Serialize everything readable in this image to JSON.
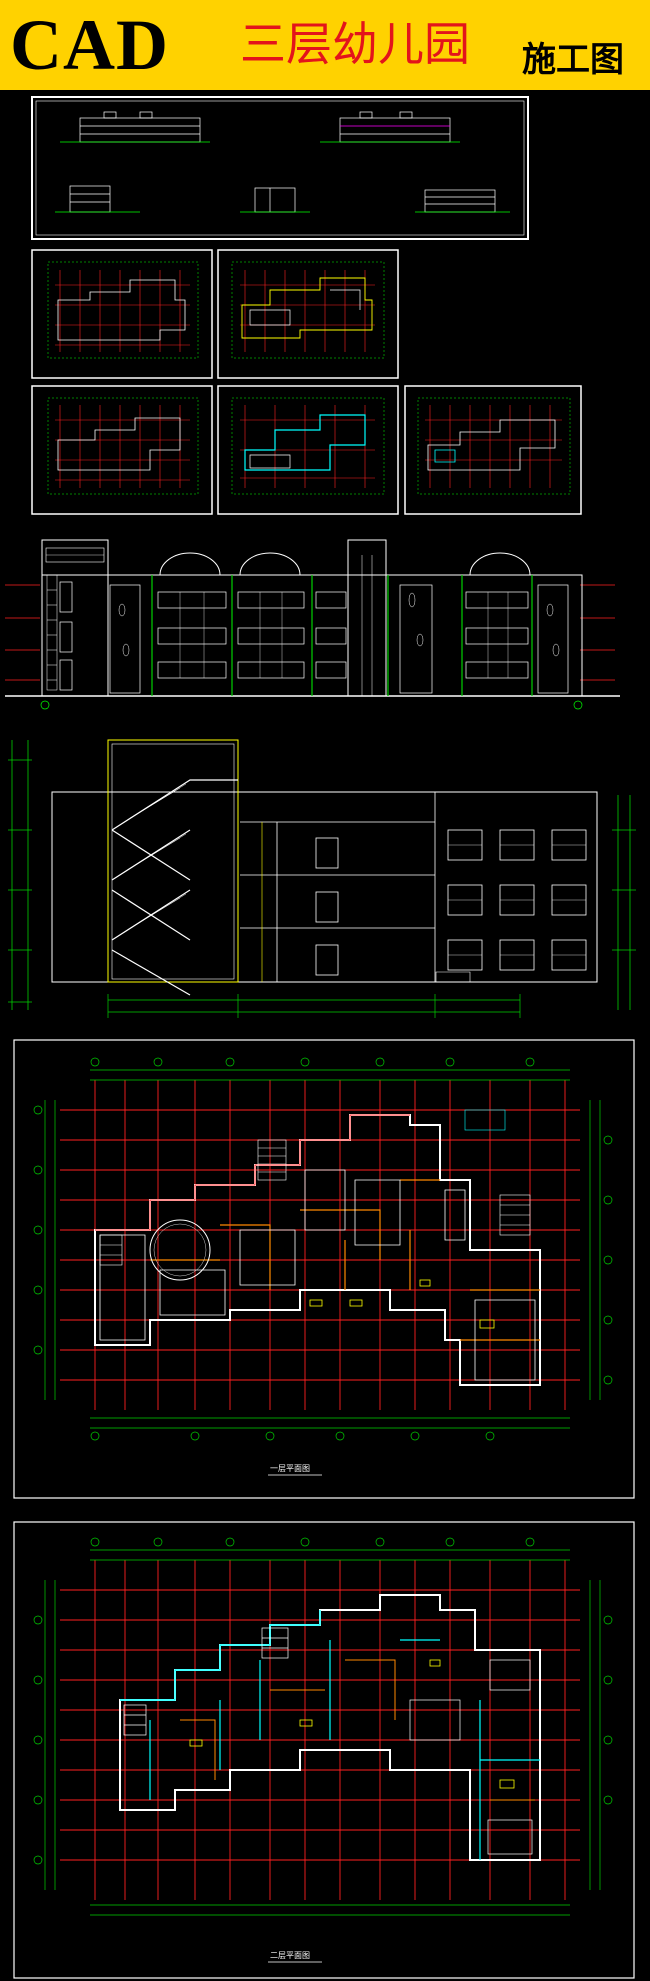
{
  "header": {
    "badge": "CAD",
    "title": "三层幼儿园",
    "stamp": "施工图"
  },
  "drawings": {
    "plan_1_caption": "一层平面图",
    "plan_2_caption": "二层平面图"
  },
  "colors": {
    "banner": "#ffd200",
    "title_red": "#e3141b",
    "background": "#000000",
    "cad_white": "#ffffff",
    "cad_red": "#ff2020",
    "cad_green": "#00d000",
    "cad_yellow": "#ffff00",
    "cad_cyan": "#00ffff",
    "cad_magenta": "#ff33ff"
  }
}
